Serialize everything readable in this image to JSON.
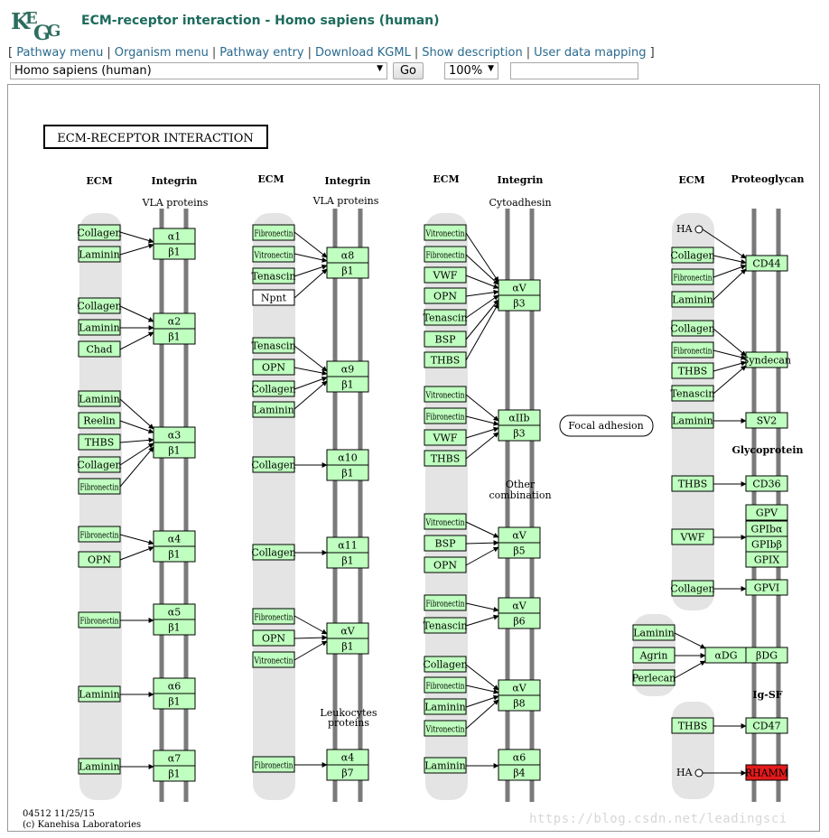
{
  "header": {
    "logo": "KEGG",
    "title": "ECM-receptor interaction - Homo sapiens (human)"
  },
  "menu": {
    "open_bracket": "[",
    "close_bracket": "]",
    "items": [
      "Pathway menu",
      "Organism menu",
      "Pathway entry",
      "Download KGML",
      "Show description",
      "User data mapping"
    ]
  },
  "controls": {
    "organism_selected": "Homo sapiens (human)",
    "go_label": "Go",
    "zoom_selected": "100%",
    "search_value": ""
  },
  "diagram": {
    "map_title": "ECM-RECEPTOR  INTERACTION",
    "footer_id": "04512 11/25/15",
    "footer_credit": "(c) Kanehisa Laboratories",
    "focal_adhesion": "Focal adhesion",
    "column_headers": [
      {
        "id": "h1",
        "text": "ECM",
        "bold": true
      },
      {
        "id": "h2",
        "text": "Integrin",
        "bold": true
      },
      {
        "id": "h3",
        "text": "VLA proteins",
        "bold": false
      },
      {
        "id": "h4",
        "text": "ECM",
        "bold": true
      },
      {
        "id": "h5",
        "text": "Integrin",
        "bold": true
      },
      {
        "id": "h6",
        "text": "VLA proteins",
        "bold": false
      },
      {
        "id": "h7",
        "text": "ECM",
        "bold": true
      },
      {
        "id": "h8",
        "text": "Integrin",
        "bold": true
      },
      {
        "id": "h9",
        "text": "Cytoadhesin",
        "bold": false
      },
      {
        "id": "h10",
        "text": "ECM",
        "bold": true
      },
      {
        "id": "h11",
        "text": "Proteoglycan",
        "bold": true
      },
      {
        "id": "h12",
        "text": "Other",
        "bold": false
      },
      {
        "id": "h13",
        "text": "combination",
        "bold": false
      },
      {
        "id": "h14",
        "text": "Leukocytes",
        "bold": false
      },
      {
        "id": "h15",
        "text": "proteins",
        "bold": false
      },
      {
        "id": "h16",
        "text": "Glycoprotein",
        "bold": true
      },
      {
        "id": "h17",
        "text": "Ig-SF",
        "bold": true
      }
    ],
    "ecm_nodes": [
      "Collagen",
      "Laminin",
      "Collagen",
      "Laminin",
      "Chad",
      "Laminin",
      "Reelin",
      "THBS",
      "Collagen",
      "Fibronectin",
      "Fibronectin",
      "OPN",
      "Fibronectin",
      "Laminin",
      "Laminin",
      "Fibronectin",
      "Vitronectin",
      "Tenascin",
      "Npnt",
      "Tenascin",
      "OPN",
      "Collagen",
      "Laminin",
      "Collagen",
      "Collagen",
      "Fibronectin",
      "OPN",
      "Vitronectin",
      "Fibronectin",
      "Vitronectin",
      "Fibronectin",
      "VWF",
      "OPN",
      "Tenascin",
      "BSP",
      "THBS",
      "Vitronectin",
      "Fibronectin",
      "VWF",
      "THBS",
      "Vitronectin",
      "BSP",
      "OPN",
      "Fibronectin",
      "Tenascin",
      "Collagen",
      "Fibronectin",
      "Laminin",
      "Vitronectin",
      "Laminin",
      "Collagen",
      "Fibronectin",
      "Laminin",
      "Collagen",
      "Fibronectin",
      "THBS",
      "Tenascin",
      "Laminin",
      "THBS",
      "VWF",
      "Collagen",
      "Laminin",
      "Agrin",
      "Perlecan",
      "THBS"
    ],
    "ha_labels": [
      "HA",
      "HA"
    ],
    "receptor_nodes": [
      "α1",
      "β1",
      "α2",
      "β1",
      "α3",
      "β1",
      "α4",
      "β1",
      "α5",
      "β1",
      "α6",
      "β1",
      "α7",
      "β1",
      "α8",
      "β1",
      "α9",
      "β1",
      "α10",
      "β1",
      "α11",
      "β1",
      "αV",
      "β1",
      "α4",
      "β7",
      "αV",
      "β3",
      "αIIb",
      "β3",
      "αV",
      "β5",
      "αV",
      "β6",
      "αV",
      "β8",
      "α6",
      "β4",
      "CD44",
      "Syndecan",
      "SV2",
      "CD36",
      "GPV",
      "GPIbα",
      "GPIbβ",
      "GPIX",
      "GPVI",
      "αDG",
      "βDG",
      "CD47",
      "RHAMM"
    ],
    "colors": {
      "gene_fill": "#bfffbf",
      "highlight_fill": "#e41a1c",
      "membrane": "#7a7a7a",
      "ecm_band": "#e4e4e4"
    }
  }
}
